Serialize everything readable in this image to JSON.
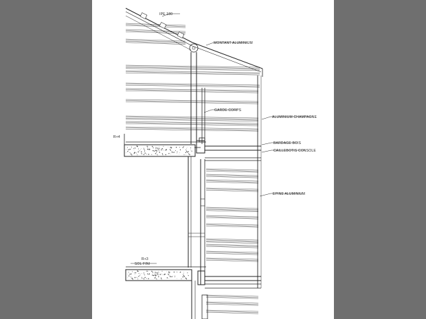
{
  "drawing": {
    "labels": {
      "ipe": "IPE 180",
      "montant": "MONTANT ALUMINIUM",
      "aluminium_champagne": "ALUMINIUM CHAMPAGNE",
      "garde_corps": "GARDE CORPS",
      "r4": "R+4",
      "bardage": "BARDAGE BOIS",
      "caillebotis": "CAILLEBOTIS CONSOLE",
      "epine": "EPINE ALUMINIUM",
      "r3": "R+3",
      "sol_fini": "SOL FINI"
    }
  },
  "colors": {
    "ink": "#222222",
    "sheet": "#ffffff",
    "surround": "#6f6f6f"
  }
}
